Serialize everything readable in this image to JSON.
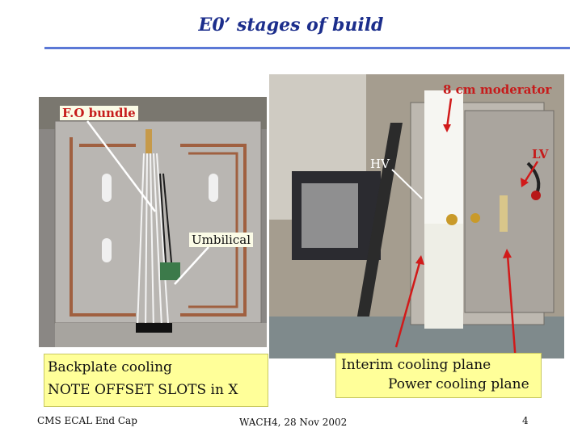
{
  "slide": {
    "title": "E0’ stages of build",
    "labels": {
      "fo_bundle": "F.O bundle",
      "umbilical": "Umbilical",
      "hv": "HV",
      "lv": "LV",
      "moderator": "8 cm moderator"
    },
    "left_box": {
      "line1": "Backplate cooling",
      "line2": "NOTE OFFSET SLOTS in X"
    },
    "right_box": {
      "line1": "Interim cooling plane",
      "line2": "Power cooling plane"
    },
    "footer": {
      "left": "CMS ECAL End Cap",
      "center": "WACH4, 28 Nov 2002",
      "page": "4"
    }
  },
  "colors": {
    "title": "#1c2e8c",
    "rule": "#5b78d6",
    "annotation_red": "#c61b1b",
    "callout_fill": "#ffff99"
  }
}
